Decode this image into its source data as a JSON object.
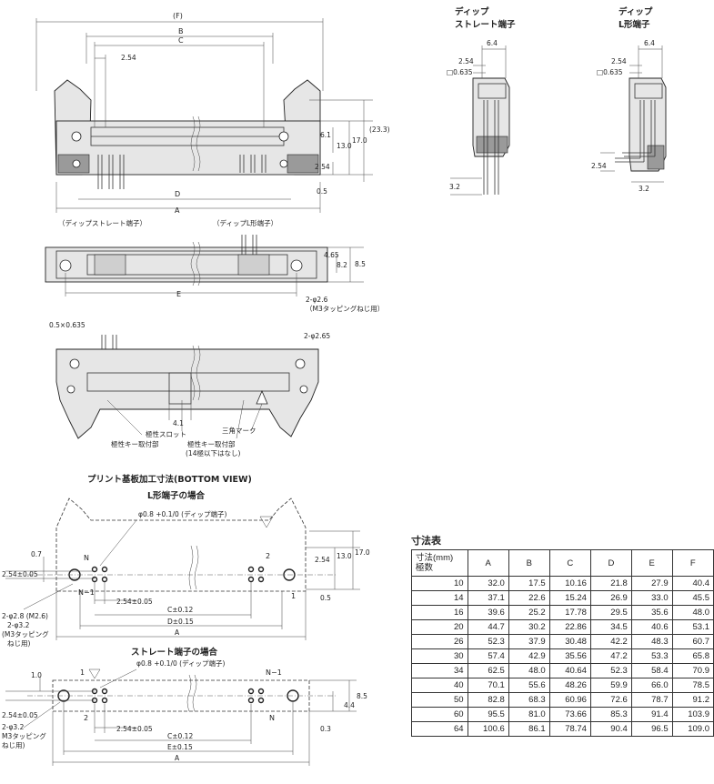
{
  "labels": {
    "dip_straight_title_1": "ディップ",
    "dip_straight_title_2": "ストレート端子",
    "dip_l_title_1": "ディップ",
    "dip_l_title_2": "L形端子",
    "dip_straight_paren": "（ディップストレート端子）",
    "dip_l_paren": "（ディップL形端子）",
    "tap_note_1": "2-φ2.6",
    "tap_note_2": "（M3タッピングねじ用）",
    "pin_dim_top": "0.5×0.635",
    "holes_265": "2-φ2.65",
    "polarity_slot": "極性スロット",
    "polarity_key": "極性キー取付部",
    "triangle_mark": "三角マーク",
    "polarity_key_2": "極性キー取付部",
    "polarity_key_note": "(14極以下はなし)",
    "pcb_title": "プリント基板加工寸法(BOTTOM VIEW)",
    "l_case_title": "L形端子の場合",
    "straight_case_title": "ストレート端子の場合",
    "phi08_dip": "φ0.8 +0.1/0 (ディップ端子)",
    "phi08_dip_2": "φ0.8 +0.1/0 (ディップ端子)",
    "holes_28": "2-φ2.8 (M2.6)",
    "holes_32_a": "2-φ3.2",
    "holes_32_a2": "(M3タッピング",
    "holes_32_a3": "ねじ用)",
    "holes_32_b": "2-φ3.2",
    "holes_32_b2": "M3タッピング",
    "holes_32_b3": "ねじ用)"
  },
  "dims": {
    "F": "(F)",
    "B": "B",
    "C": "C",
    "D": "D",
    "A": "A",
    "E": "E",
    "d254": "2.54",
    "d61": "6.1",
    "d130": "13.0",
    "d170": "17.0",
    "d233": "(23.3)",
    "d05": "0.5",
    "d64": "6.4",
    "d0635": "□0.635",
    "d32": "3.2",
    "d465": "4.65",
    "d82": "8.2",
    "d85": "8.5",
    "d41": "4.1",
    "d07": "0.7",
    "d254tol": "2.54±0.05",
    "d10": "1.0",
    "d44": "4.4",
    "d03": "0.3",
    "Ctol": "C±0.12",
    "Dtol": "D±0.15",
    "Etol": "E±0.15",
    "pinN": "N",
    "pinN1": "N−1",
    "pin1": "1",
    "pin2": "2"
  },
  "table": {
    "title": "寸法表",
    "corner_1": "寸法(mm)",
    "corner_2": "極数",
    "columns": [
      "A",
      "B",
      "C",
      "D",
      "E",
      "F"
    ],
    "rows": [
      {
        "poles": "10",
        "values": [
          "32.0",
          "17.5",
          "10.16",
          "21.8",
          "27.9",
          "40.4"
        ]
      },
      {
        "poles": "14",
        "values": [
          "37.1",
          "22.6",
          "15.24",
          "26.9",
          "33.0",
          "45.5"
        ]
      },
      {
        "poles": "16",
        "values": [
          "39.6",
          "25.2",
          "17.78",
          "29.5",
          "35.6",
          "48.0"
        ]
      },
      {
        "poles": "20",
        "values": [
          "44.7",
          "30.2",
          "22.86",
          "34.5",
          "40.6",
          "53.1"
        ]
      },
      {
        "poles": "26",
        "values": [
          "52.3",
          "37.9",
          "30.48",
          "42.2",
          "48.3",
          "60.7"
        ]
      },
      {
        "poles": "30",
        "values": [
          "57.4",
          "42.9",
          "35.56",
          "47.2",
          "53.3",
          "65.8"
        ]
      },
      {
        "poles": "34",
        "values": [
          "62.5",
          "48.0",
          "40.64",
          "52.3",
          "58.4",
          "70.9"
        ]
      },
      {
        "poles": "40",
        "values": [
          "70.1",
          "55.6",
          "48.26",
          "59.9",
          "66.0",
          "78.5"
        ]
      },
      {
        "poles": "50",
        "values": [
          "82.8",
          "68.3",
          "60.96",
          "72.6",
          "78.7",
          "91.2"
        ]
      },
      {
        "poles": "60",
        "values": [
          "95.5",
          "81.0",
          "73.66",
          "85.3",
          "91.4",
          "103.9"
        ]
      },
      {
        "poles": "64",
        "values": [
          "100.6",
          "86.1",
          "78.74",
          "90.4",
          "96.5",
          "109.0"
        ]
      }
    ]
  }
}
